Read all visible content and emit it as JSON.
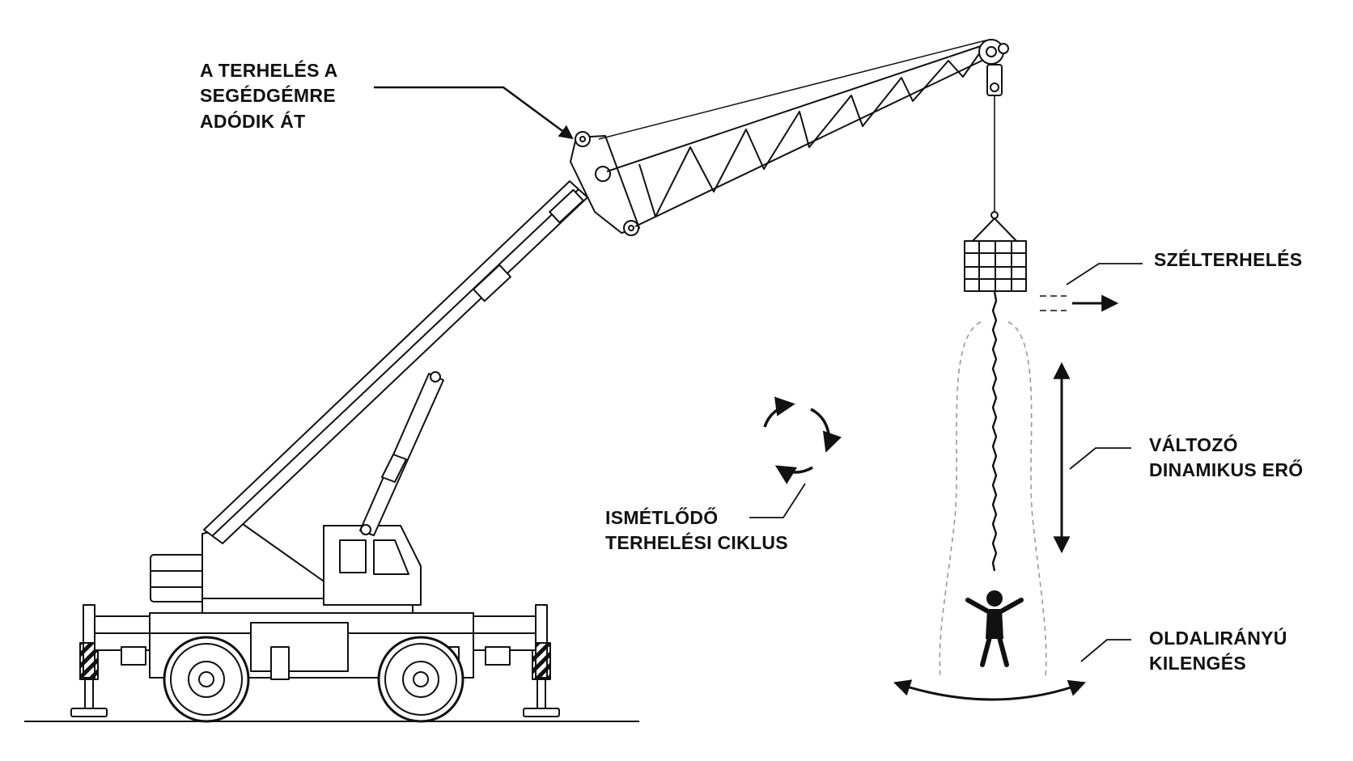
{
  "labels": {
    "transfer": [
      "A TERHELÉS A",
      "SEGÉDGÉMRE",
      "ADÓDIK ÁT"
    ],
    "wind": [
      "SZÉLTERHELÉS"
    ],
    "dynamic": [
      "VÁLTOZÓ",
      "DINAMIKUS ERŐ"
    ],
    "swing": [
      "OLDALIRÁNYÚ",
      "KILENGÉS"
    ],
    "cycle": [
      "ISMÉTLŐDŐ",
      "TERHELÉSI CIKLUS"
    ]
  },
  "colors": {
    "ink": "#111111",
    "paper": "#ffffff",
    "dashed": "#999999"
  },
  "icons": [
    "cycle-arrows-icon",
    "person-icon",
    "wind-arrow-icon",
    "double-arrow-icon"
  ]
}
